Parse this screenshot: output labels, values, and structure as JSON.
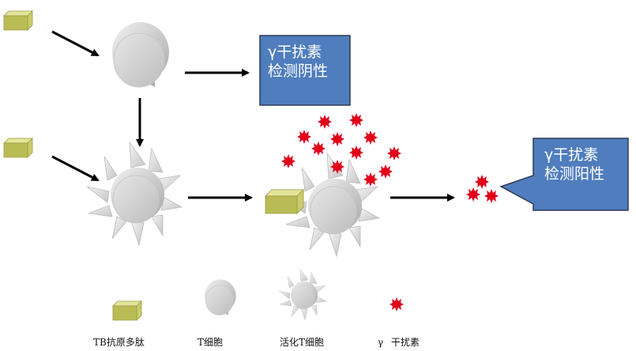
{
  "boxes": {
    "negative": {
      "line1": "γ干扰素",
      "line2": "检测阴性",
      "fill": "#4F7DBD",
      "border": "#2E3C55"
    },
    "positive": {
      "line1": "γ干扰素",
      "line2": "检测阳性",
      "fill": "#4F7DBD",
      "border": "#2E3C55"
    }
  },
  "legend": {
    "antigen": "TB抗原多肽",
    "tcell": "T细胞",
    "activated": "活化T细胞",
    "interferon_symbol": "γ",
    "interferon": "干扰素"
  },
  "colors": {
    "antigen_top": "#E3E59A",
    "antigen_side": "#B9BC55",
    "cell_light": "#E9E9E9",
    "cell_dark": "#B4B4B4",
    "interferon": "#E0001A",
    "arrow": "#000000"
  }
}
